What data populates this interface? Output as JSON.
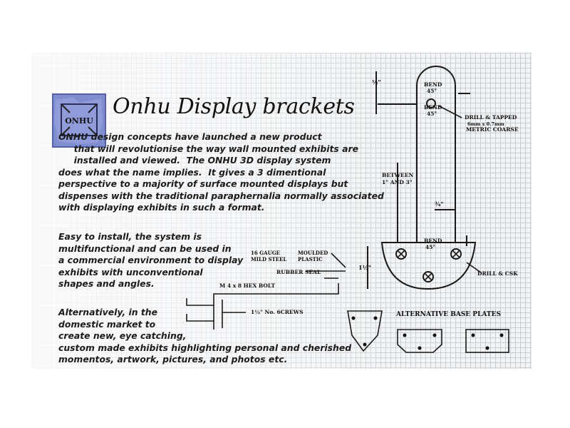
{
  "title": "Onhu Display brackets",
  "logo_text": "ONHU",
  "paragraph_1": "ONHU design concepts have launched a new product\n     that will revolutionise the way wall mounted exhibits are\n     installed and viewed.  The ONHU 3D display system\ndoes what the name implies.  It gives a 3 dimentional\nperspective to a majority of surface mounted displays but\ndispenses with the traditional paraphernalia normally associated\nwith displaying exhibits in such a format.",
  "paragraph_2": "Easy to install, the system is\nmultifunctional and can be used in\na commercial environment to display\nexhibits with unconventional\nshapes and angles.",
  "paragraph_3": "Alternatively, in the\ndomestic market to\ncreate new, eye catching,\ncustom made exhibits highlighting personal and cherished\nmomentos, artwork, pictures, and photos etc.",
  "drawing": {
    "bend_top_1": "BEND",
    "bend_top_1_angle": "45°",
    "bend_top_2": "BEND",
    "bend_top_2_angle": "45°",
    "drill_tap_line1": "DRILL & TAPPED",
    "drill_tap_line2": "6mm x 0.7mm",
    "drill_tap_line3": "METRIC COARSE",
    "between_line1": "BETWEEN",
    "between_line2": "1\" AND 3\"",
    "bend_mid": "BEND",
    "bend_mid_angle": "45°",
    "gauge_line1": "16 GAUGE",
    "gauge_line2": "MILD STEEL",
    "moulded_line1": "MOULDED",
    "moulded_line2": "PLASTIC",
    "rubber_seal": "RUBBER SEAL",
    "hex_bolt": "M 4 x 8 HEX BOLT",
    "screws": "1½\" No. 6CREWS",
    "drill_csk": "DRILL & CSK",
    "alt_base_plates": "ALTERNATIVE BASE PLATES",
    "dim_half": "½\"",
    "dim_three_quarter": "¾\"",
    "dim_one_half": "1½\""
  }
}
